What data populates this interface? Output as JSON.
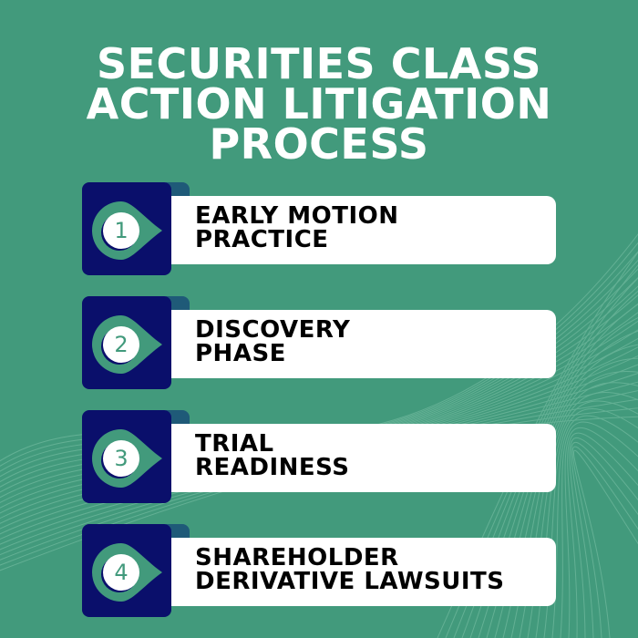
{
  "title_lines": [
    "SECURITIES CLASS",
    "ACTION LITIGATION",
    "PROCESS"
  ],
  "steps": [
    {
      "number": "1",
      "line1": "EARLY MOTION",
      "line2": "PRACTICE"
    },
    {
      "number": "2",
      "line1": "DISCOVERY",
      "line2": "PHASE"
    },
    {
      "number": "3",
      "line1": "TRIAL",
      "line2": "READINESS"
    },
    {
      "number": "4",
      "line1": "SHAREHOLDER",
      "line2": "DERIVATIVE LAWSUITS"
    }
  ],
  "colors": {
    "background": "#429a7c",
    "navy": "#0a0f6b",
    "white": "#ffffff"
  }
}
